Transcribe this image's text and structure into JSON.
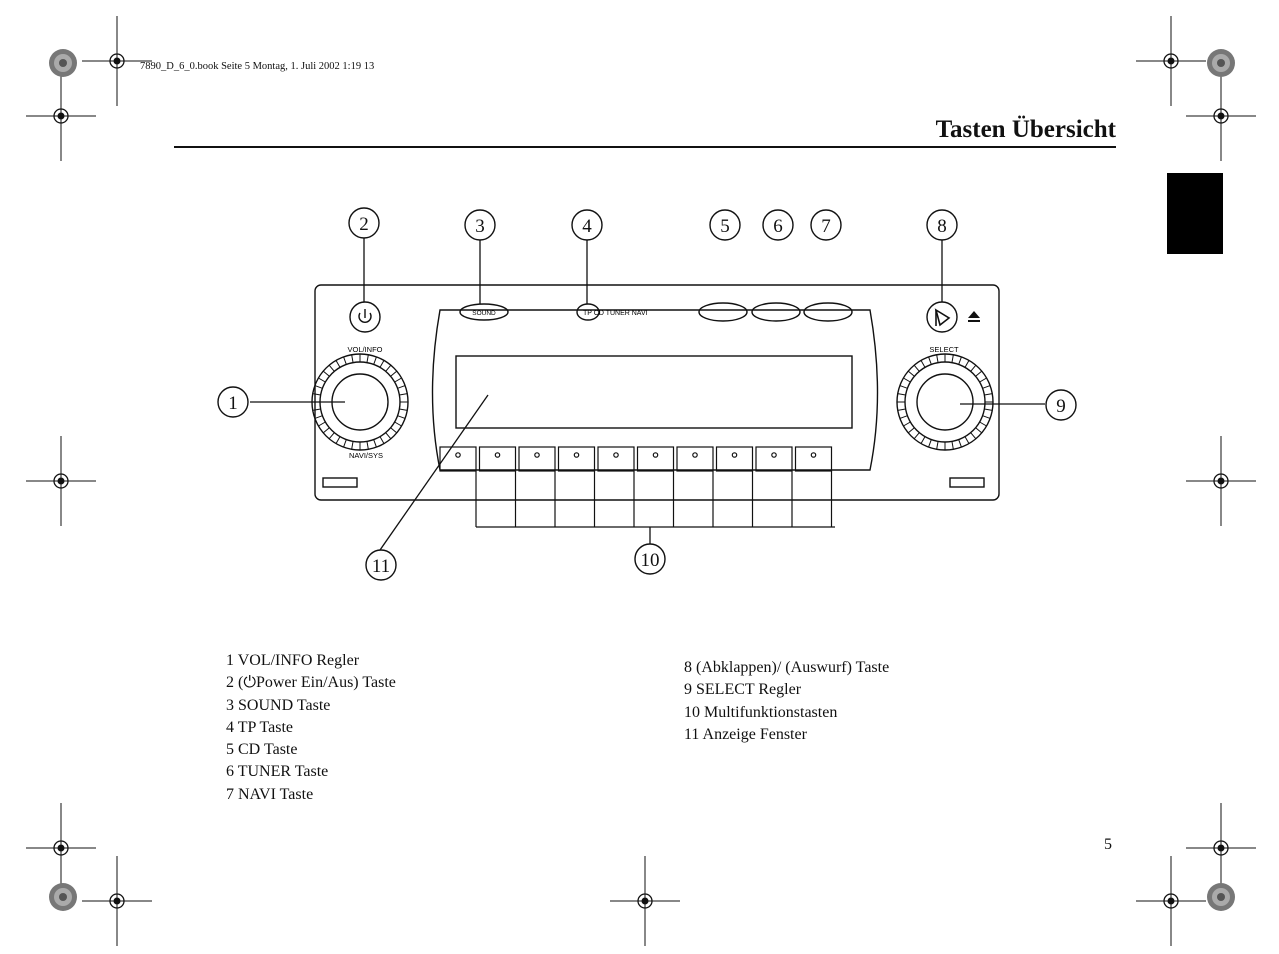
{
  "header": {
    "book_ref": "7890_D_6_0.book Seite 5 Montag, 1. Juli 2002 1:19 13",
    "title": "Tasten Übersicht"
  },
  "diagram": {
    "callouts": [
      "1",
      "2",
      "3",
      "4",
      "5",
      "6",
      "7",
      "8",
      "9",
      "10",
      "11"
    ],
    "panel_labels": {
      "vol_info": "VOL/INFO",
      "navi_sys": "NAVI/SYS",
      "sound": "SOUND",
      "source": "TP CD TUNER NAVI",
      "select": "SELECT",
      "eject_icon": "eject-icon",
      "power_icon": "power-icon",
      "flip_icon": "flip-open-icon"
    }
  },
  "legend": {
    "left": [
      "1 VOL/INFO Regler",
      "2 (⏻Power Ein/Aus) Taste",
      "3 SOUND Taste",
      "4 TP Taste",
      "5 CD Taste",
      "6 TUNER Taste",
      "7 NAVI Taste"
    ],
    "right": [
      "8 (Abklappen)/ (Auswurf) Taste",
      "9 SELECT Regler",
      "10 Multifunktionstasten",
      "11 Anzeige Fenster"
    ]
  },
  "page_number": "5",
  "colors": {
    "ink": "#111111",
    "tab": "#000000"
  }
}
